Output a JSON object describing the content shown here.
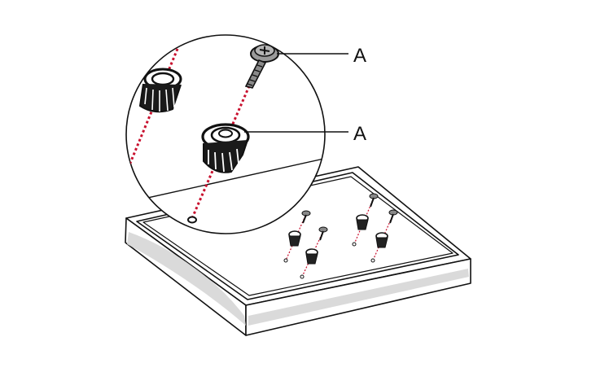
{
  "callouts": [
    {
      "label": "A",
      "part": "screw"
    },
    {
      "label": "A",
      "part": "spacer"
    }
  ],
  "icons": [
    "screw-icon",
    "spacer-icon",
    "tv-panel-icon",
    "magnifier-circle"
  ],
  "colors": {
    "outline": "#111111",
    "guide_line": "#c8102e",
    "shadow": "#d9d9d9",
    "screw": "#8a8a8a",
    "background": "#ffffff"
  }
}
